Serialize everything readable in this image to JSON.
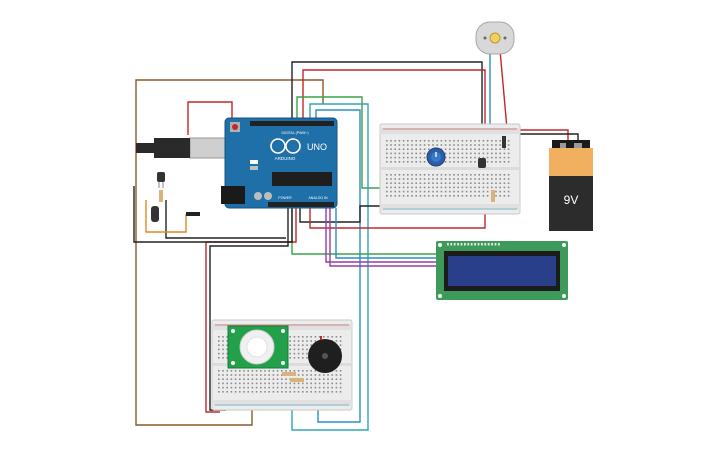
{
  "board": {
    "brand": "ARDUINO",
    "model": "UNO",
    "header_digital": "DIGITAL (PWM~)",
    "header_power": "POWER",
    "header_analog": "ANALOG IN"
  },
  "battery": {
    "label": "9V"
  },
  "colors": {
    "arduino": "#1f6fa8",
    "breadboard": "#ececec",
    "lcd_pcb": "#3e9a5a",
    "lcd_screen": "#2a3f8a",
    "pir_pcb": "#23a04a",
    "battery_body": "#2c2c2c",
    "battery_cap": "#f0b060",
    "wire_red": "#c0282b",
    "wire_black": "#222222",
    "wire_brown": "#8a5a2b",
    "wire_green": "#3aa14a",
    "wire_blue": "#2b8fc0",
    "wire_purple": "#9b3aa6",
    "wire_teal": "#31a7b0"
  }
}
